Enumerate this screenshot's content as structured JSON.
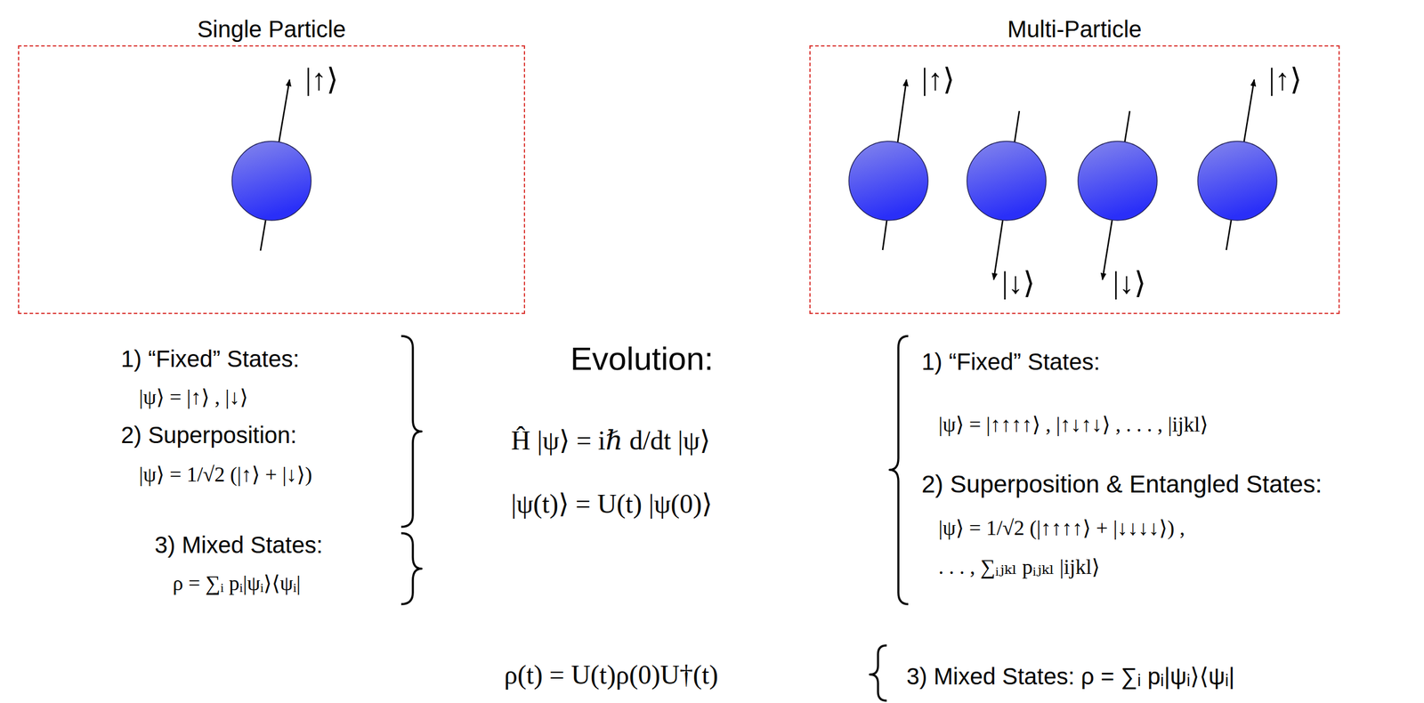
{
  "diagram": {
    "nodes": [
      {
        "text": [
          "Single Particle"
        ]
      },
      {
        "text": [
          "|↑⟩"
        ],
        "in": 0
      },
      {
        "text": [
          "Multi-Particle"
        ]
      },
      {
        "text": [
          "|↑⟩"
        ],
        "in": 2
      },
      {
        "text": [
          "|↓⟩"
        ],
        "in": 2
      },
      {
        "text": [
          "|↓⟩"
        ],
        "in": 2
      },
      {
        "text": [
          "|↑⟩"
        ],
        "in": 2
      }
    ],
    "labels": [
      "1) “Fixed” States:",
      "|ψ⟩ = |↑⟩ , |↓⟩",
      "2) Superposition:",
      "|ψ⟩ = 1/√2 (|↑⟩ + |↓⟩)",
      "3) Mixed States:",
      "ρ = ∑ᵢ pᵢ|ψᵢ⟩⟨ψᵢ|",
      "Evolution:",
      "Ĥ |ψ⟩ = iℏ d/dt |ψ⟩",
      "|ψ(t)⟩ = U(t) |ψ(0)⟩",
      "ρ(t) = U(t)ρ(0)U†(t)",
      "1) “Fixed” States:",
      "|ψ⟩ = |↑↑↑↑⟩ , |↑↓↑↓⟩ , . . . , |ijkl⟩",
      "2) Superposition & Entangled States:",
      "|ψ⟩ = 1/√2 (|↑↑↑↑⟩ + |↓↓↓↓⟩) ,",
      ". . . , ∑ᵢⱼₖₗ pᵢⱼₖₗ |ijkl⟩",
      "3) Mixed States: ρ = ∑ᵢ pᵢ|ψᵢ⟩⟨ψᵢ|"
    ]
  }
}
